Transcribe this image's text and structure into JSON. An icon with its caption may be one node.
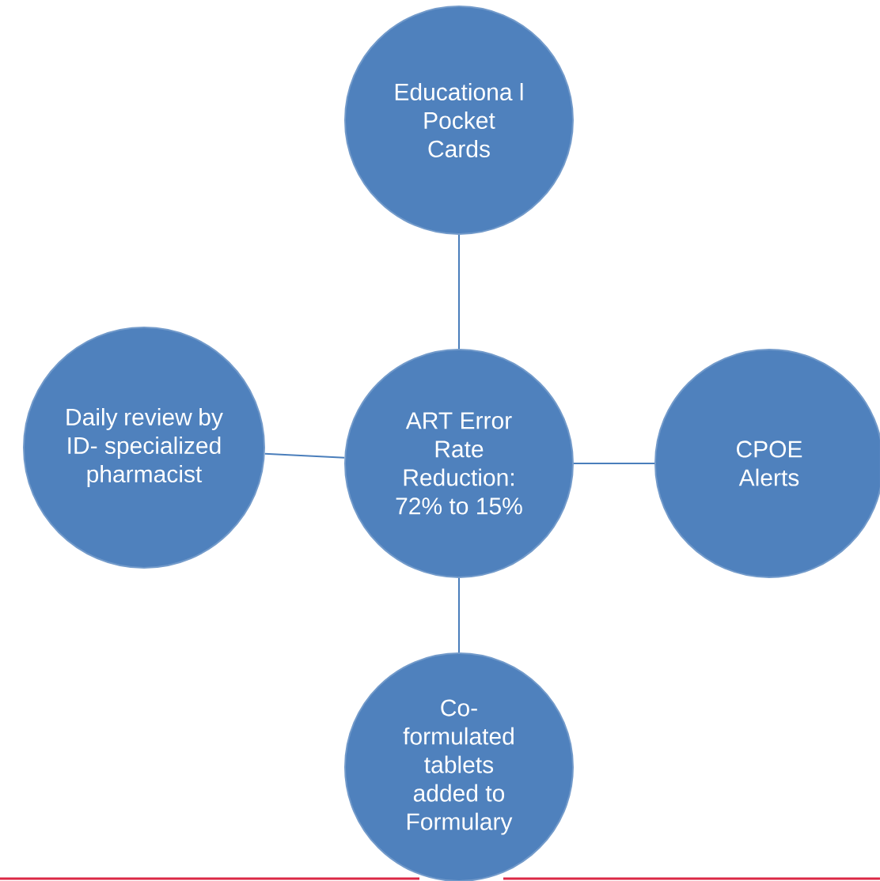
{
  "diagram": {
    "nodes": [
      {
        "text": [
          "Educationa l Pocket Cards"
        ]
      },
      {
        "text": [
          "Daily review by ID- specialized pharmacist"
        ]
      },
      {
        "text": [
          "ART Error Rate Reduction: 72% to 15%"
        ]
      },
      {
        "text": [
          "CPOE Alerts"
        ]
      },
      {
        "text": [
          "Co- formulated tablets added to Formulary"
        ]
      }
    ],
    "edges": [
      {
        "from": 2,
        "to": 0,
        "arrow": "none"
      },
      {
        "from": 2,
        "to": 1,
        "arrow": "none"
      },
      {
        "from": 2,
        "to": 3,
        "arrow": "none"
      },
      {
        "from": 2,
        "to": 4,
        "arrow": "none"
      }
    ]
  }
}
